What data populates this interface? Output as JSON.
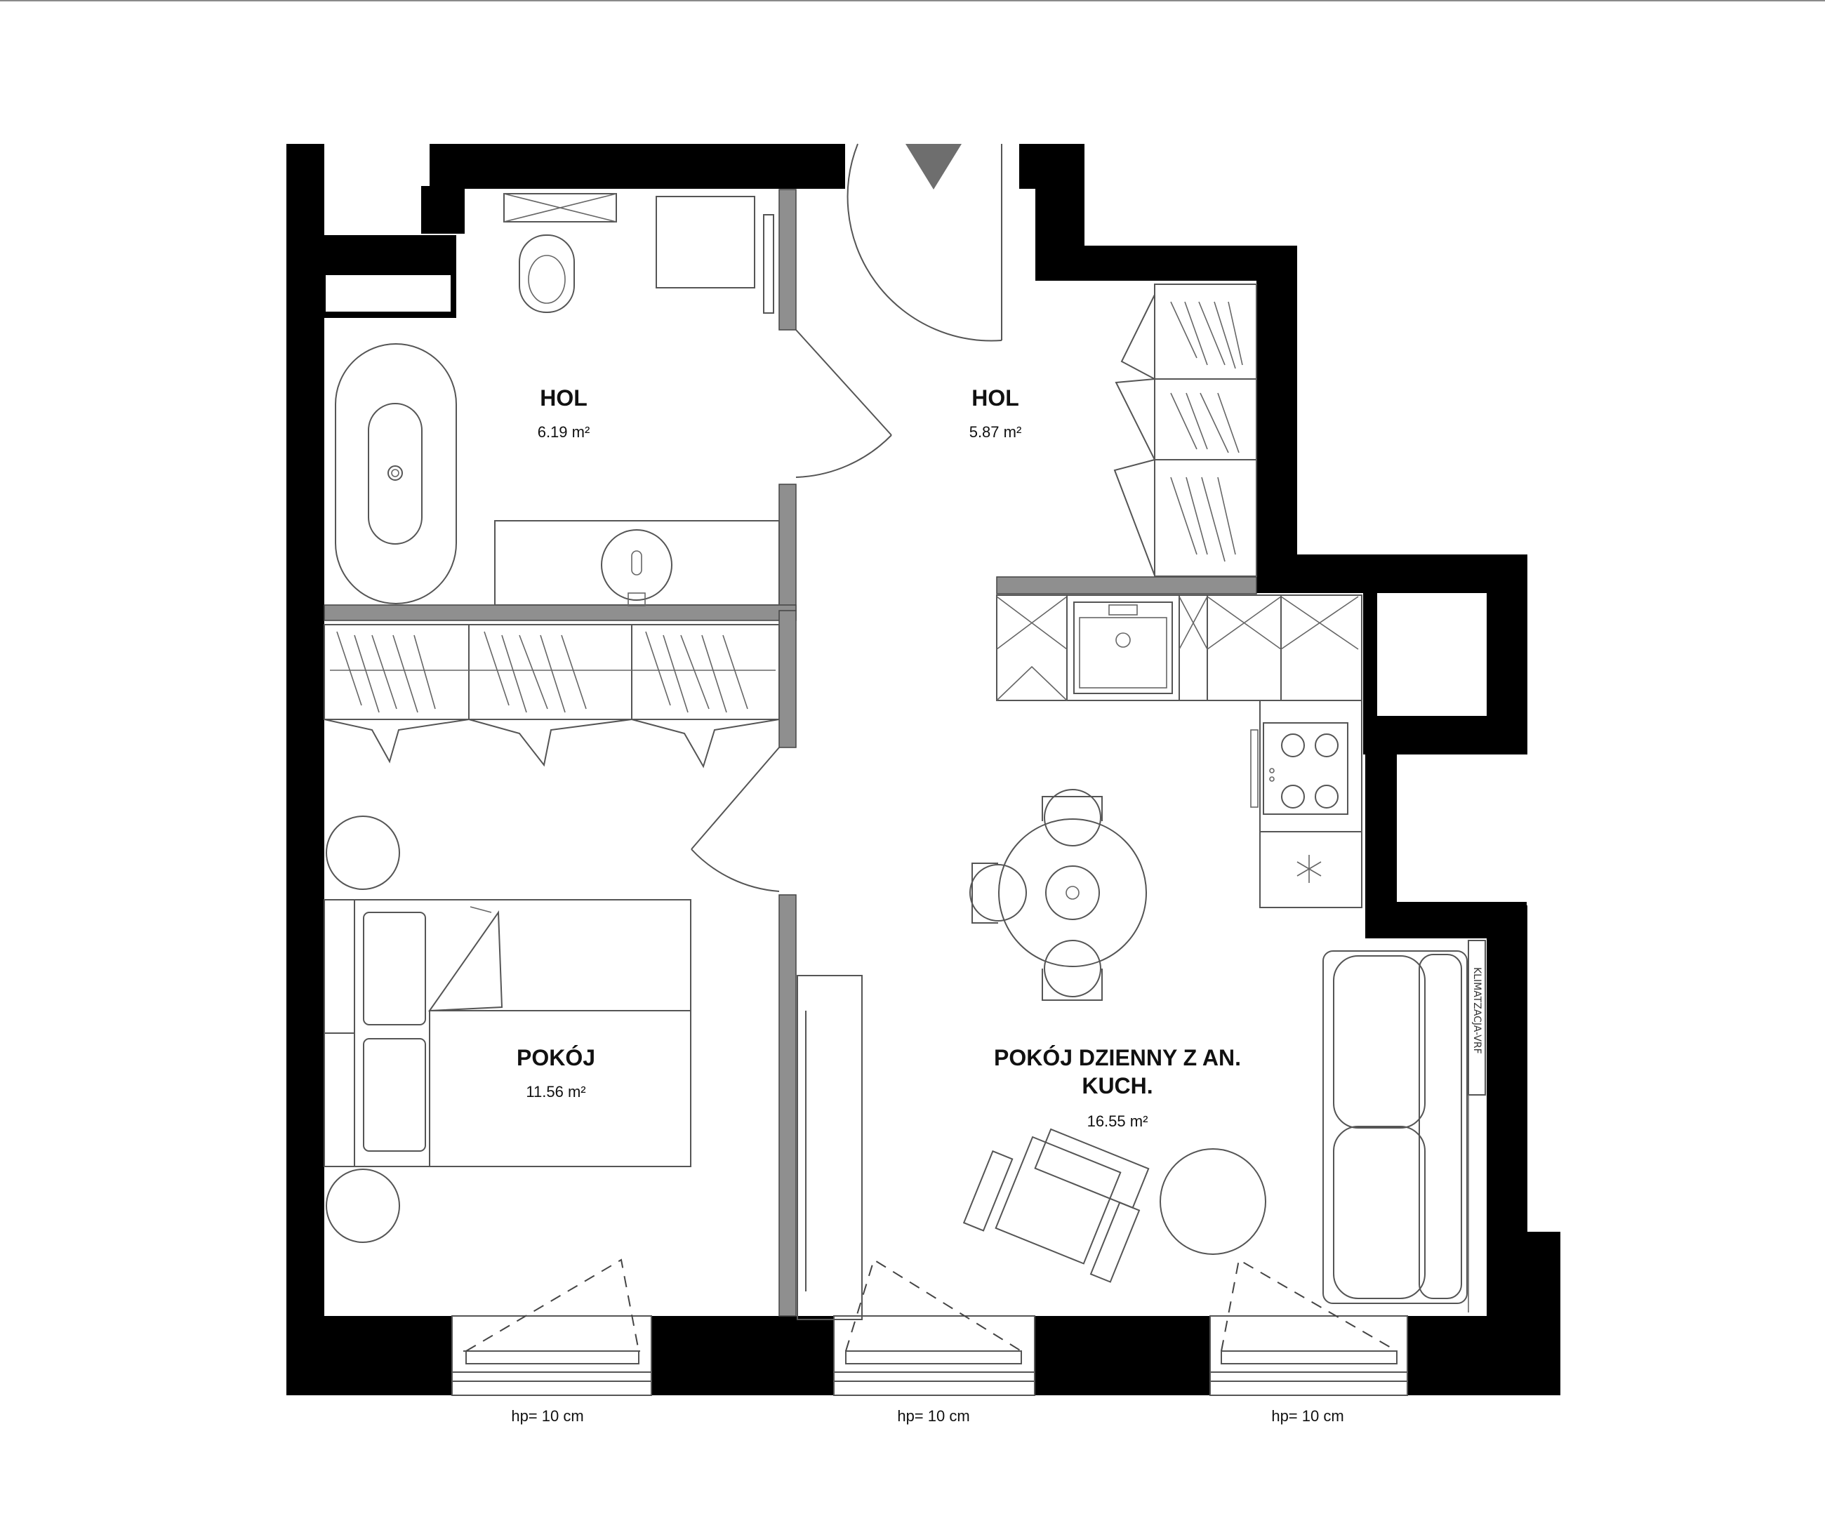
{
  "rooms": [
    {
      "name": "HOL",
      "area": "6.19 m²"
    },
    {
      "name": "HOL",
      "area": "5.87 m²"
    },
    {
      "name": "POKÓJ",
      "area": "11.56 m²"
    },
    {
      "name_line1": "POKÓJ DZIENNY Z AN.",
      "name_line2": "KUCH.",
      "area": "16.55 m²"
    }
  ],
  "windows": [
    {
      "label": "hp= 10 cm"
    },
    {
      "label": "hp= 10 cm"
    },
    {
      "label": "hp= 10 cm"
    }
  ],
  "annotations": {
    "hvac_label": "KLIMATZACJA-VRF"
  },
  "entrance_marker_icon": "triangle-down-icon",
  "colors": {
    "walls": "#000000",
    "partitions": "#8f8f8f",
    "furniture": "#555555"
  }
}
